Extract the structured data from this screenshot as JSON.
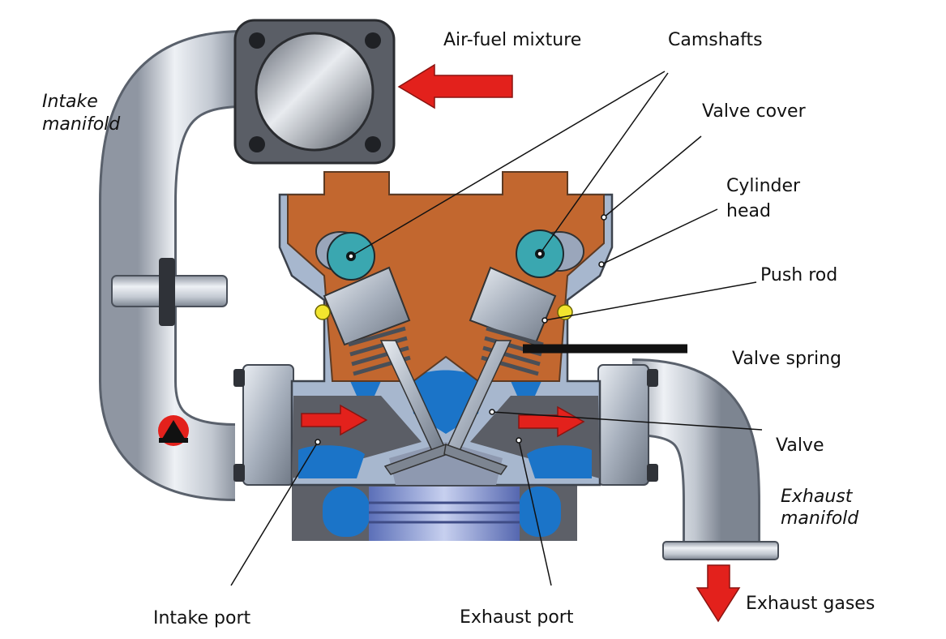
{
  "labels": {
    "air_fuel_mixture": "Air-fuel mixture",
    "camshafts": "Camshafts",
    "intake_manifold_line1": "Intake",
    "intake_manifold_line2": "manifold",
    "valve_cover": "Valve cover",
    "cylinder_head_line1": "Cylinder",
    "cylinder_head_line2": "head",
    "push_rod": "Push rod",
    "valve_spring": "Valve spring",
    "valve": "Valve",
    "exhaust_manifold_line1": "Exhaust",
    "exhaust_manifold_line2": "manifold",
    "intake_port": "Intake port",
    "exhaust_port": "Exhaust port",
    "exhaust_gases": "Exhaust gases"
  },
  "colors": {
    "head_cast": "#c2672f",
    "head_metal": "#a9b9cf",
    "coolant": "#1b74c8",
    "camshaft": "#3aa7b0",
    "arrow": "#e3211c",
    "pipe": "#c9ced6",
    "block": "#5b5d63"
  },
  "icons": {
    "logo": "red-triangle-logo-icon"
  }
}
